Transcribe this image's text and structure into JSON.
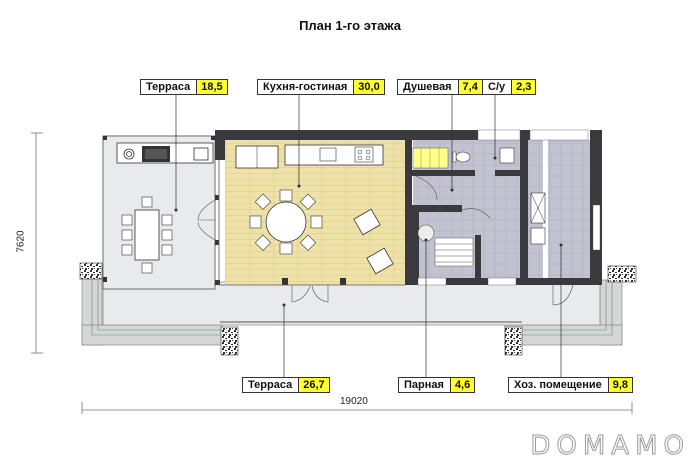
{
  "title": "План 1-го этажа",
  "rooms_top": [
    {
      "name": "Терраса",
      "area": "18,5"
    },
    {
      "name": "Кухня-гостиная",
      "area": "30,0"
    },
    {
      "name": "Душевая",
      "area": "7,4"
    },
    {
      "name": "С/у",
      "area": "2,3"
    }
  ],
  "rooms_bottom": [
    {
      "name": "Терраса",
      "area": "26,7"
    },
    {
      "name": "Парная",
      "area": "4,6"
    },
    {
      "name": "Хоз. помещение",
      "area": "9,8"
    }
  ],
  "dimensions": {
    "width": "19020",
    "height": "7620"
  },
  "watermark": "DOMAMO",
  "colors": {
    "wall": "#3a3a3e",
    "floor_wood": "#efe2a8",
    "floor_tile": "#b9b9c8",
    "terrace": "#e9eaee",
    "steps": "#d3d8d6",
    "area_badge": "#ffff33",
    "stairs": "#ffff88"
  }
}
